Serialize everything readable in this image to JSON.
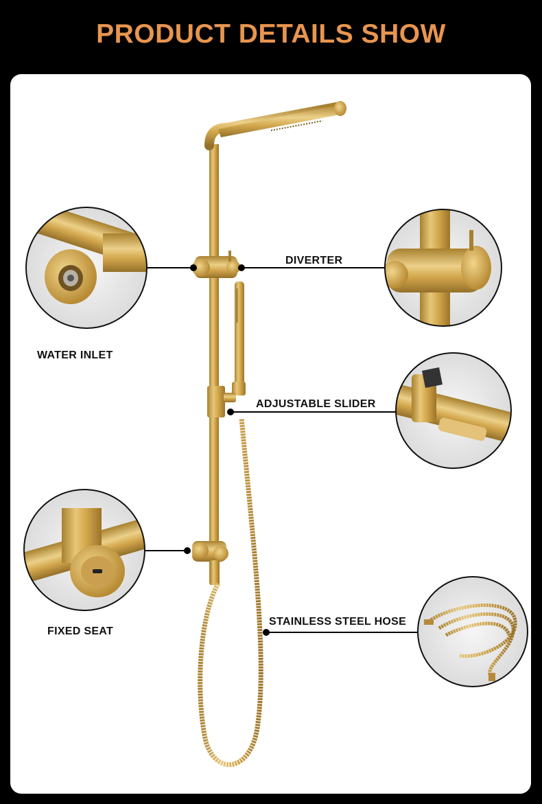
{
  "header": {
    "title": "PRODUCT DETAILS SHOW"
  },
  "callouts": {
    "water_inlet": "WATER INLET",
    "diverter": "DIVERTER",
    "adjustable_slider": "ADJUSTABLE SLIDER",
    "fixed_seat": "FIXED SEAT",
    "hose": "STAINLESS STEEL HOSE"
  },
  "colors": {
    "title": "#e8954f",
    "brass": "#d4a94e",
    "background": "#000000",
    "panel": "#ffffff"
  }
}
